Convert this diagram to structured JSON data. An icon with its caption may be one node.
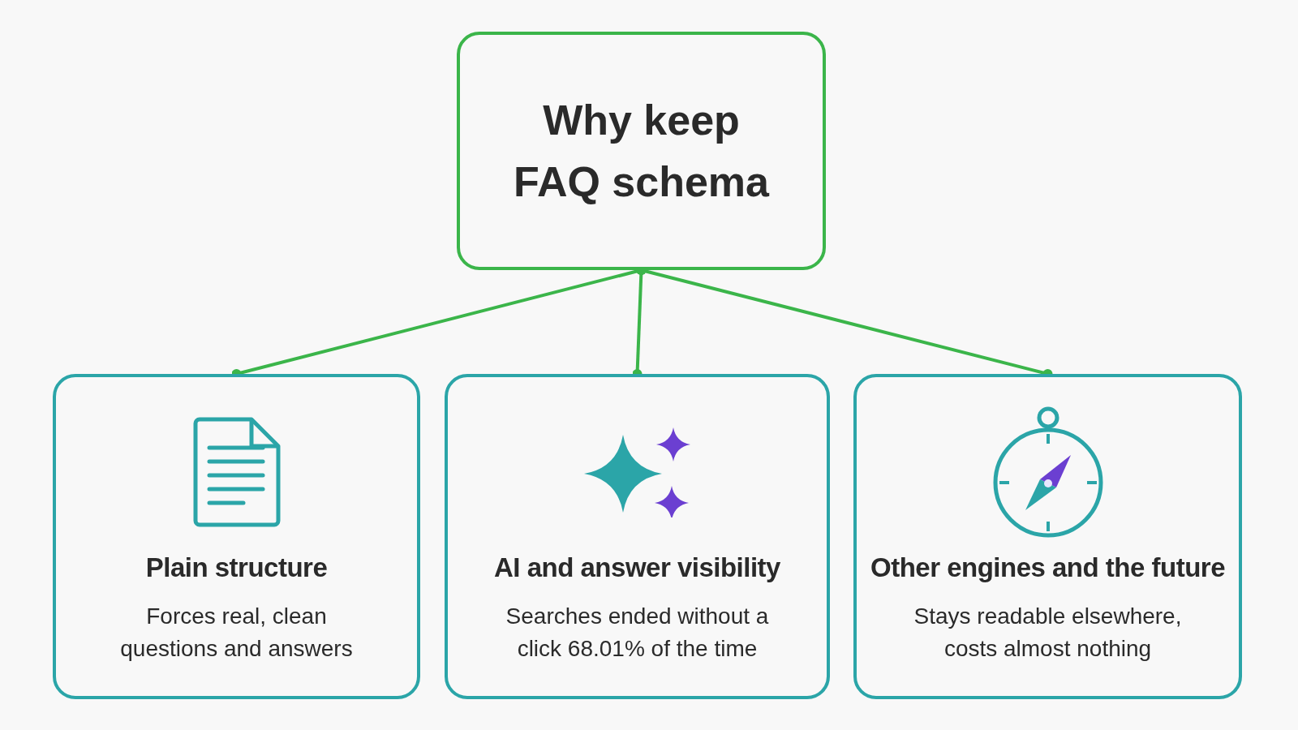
{
  "diagram": {
    "nodes": [
      {
        "text": [
          "Why keep FAQ schema"
        ]
      },
      {
        "text": [
          "Plain structure",
          "Forces real, clean questions and answers"
        ]
      },
      {
        "text": [
          "AI and answer visibility",
          "Searches ended without a click 68.01% of the time"
        ]
      },
      {
        "text": [
          "Other engines and the future",
          "Stays readable elsewhere, costs almost nothing"
        ]
      }
    ],
    "edges": [
      {
        "from": 0,
        "to": 1,
        "arrow": "other"
      },
      {
        "from": 0,
        "to": 2,
        "arrow": "other"
      },
      {
        "from": 0,
        "to": 3,
        "arrow": "other"
      }
    ]
  }
}
